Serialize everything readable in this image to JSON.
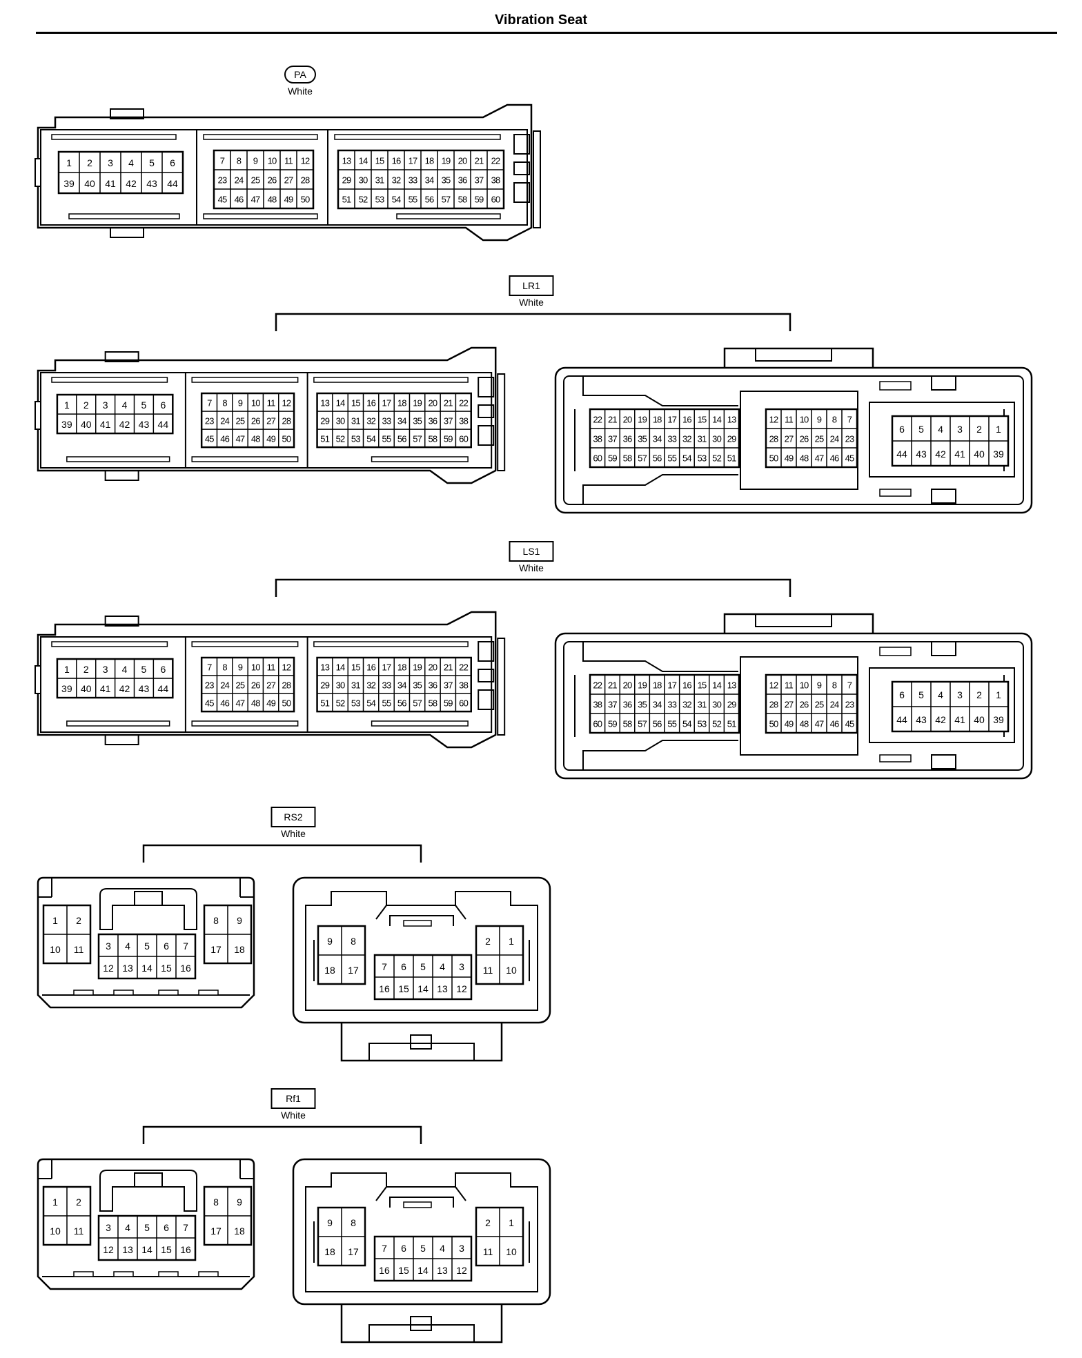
{
  "title": "Vibration Seat",
  "connectors": [
    {
      "code": "PA",
      "color": "White",
      "label_shape": "rounded",
      "views": [
        {
          "side": "left-variant",
          "blocks": [
            [
              [
                "1",
                "2",
                "3",
                "4",
                "5",
                "6"
              ],
              [
                "39",
                "40",
                "41",
                "42",
                "43",
                "44"
              ]
            ],
            [
              [
                "7",
                "8",
                "9",
                "10",
                "11",
                "12"
              ],
              [
                "23",
                "24",
                "25",
                "26",
                "27",
                "28"
              ],
              [
                "45",
                "46",
                "47",
                "48",
                "49",
                "50"
              ]
            ],
            [
              [
                "13",
                "14",
                "15",
                "16",
                "17",
                "18",
                "19",
                "20",
                "21",
                "22"
              ],
              [
                "29",
                "30",
                "31",
                "32",
                "33",
                "34",
                "35",
                "36",
                "37",
                "38"
              ],
              [
                "51",
                "52",
                "53",
                "54",
                "55",
                "56",
                "57",
                "58",
                "59",
                "60"
              ]
            ]
          ]
        }
      ]
    },
    {
      "code": "LR1",
      "color": "White",
      "label_shape": "box",
      "views": [
        {
          "side": "female",
          "blocks": [
            [
              [
                "1",
                "2",
                "3",
                "4",
                "5",
                "6"
              ],
              [
                "39",
                "40",
                "41",
                "42",
                "43",
                "44"
              ]
            ],
            [
              [
                "7",
                "8",
                "9",
                "10",
                "11",
                "12"
              ],
              [
                "23",
                "24",
                "25",
                "26",
                "27",
                "28"
              ],
              [
                "45",
                "46",
                "47",
                "48",
                "49",
                "50"
              ]
            ],
            [
              [
                "13",
                "14",
                "15",
                "16",
                "17",
                "18",
                "19",
                "20",
                "21",
                "22"
              ],
              [
                "29",
                "30",
                "31",
                "32",
                "33",
                "34",
                "35",
                "36",
                "37",
                "38"
              ],
              [
                "51",
                "52",
                "53",
                "54",
                "55",
                "56",
                "57",
                "58",
                "59",
                "60"
              ]
            ]
          ]
        },
        {
          "side": "male",
          "blocks": [
            [
              [
                "22",
                "21",
                "20",
                "19",
                "18",
                "17",
                "16",
                "15",
                "14",
                "13"
              ],
              [
                "38",
                "37",
                "36",
                "35",
                "34",
                "33",
                "32",
                "31",
                "30",
                "29"
              ],
              [
                "60",
                "59",
                "58",
                "57",
                "56",
                "55",
                "54",
                "53",
                "52",
                "51"
              ]
            ],
            [
              [
                "12",
                "11",
                "10",
                "9",
                "8",
                "7"
              ],
              [
                "28",
                "27",
                "26",
                "25",
                "24",
                "23"
              ],
              [
                "50",
                "49",
                "48",
                "47",
                "46",
                "45"
              ]
            ],
            [
              [
                "6",
                "5",
                "4",
                "3",
                "2",
                "1"
              ],
              [
                "44",
                "43",
                "42",
                "41",
                "40",
                "39"
              ]
            ]
          ]
        }
      ]
    },
    {
      "code": "LS1",
      "color": "White",
      "label_shape": "box",
      "views": [
        {
          "side": "female",
          "blocks": [
            [
              [
                "1",
                "2",
                "3",
                "4",
                "5",
                "6"
              ],
              [
                "39",
                "40",
                "41",
                "42",
                "43",
                "44"
              ]
            ],
            [
              [
                "7",
                "8",
                "9",
                "10",
                "11",
                "12"
              ],
              [
                "23",
                "24",
                "25",
                "26",
                "27",
                "28"
              ],
              [
                "45",
                "46",
                "47",
                "48",
                "49",
                "50"
              ]
            ],
            [
              [
                "13",
                "14",
                "15",
                "16",
                "17",
                "18",
                "19",
                "20",
                "21",
                "22"
              ],
              [
                "29",
                "30",
                "31",
                "32",
                "33",
                "34",
                "35",
                "36",
                "37",
                "38"
              ],
              [
                "51",
                "52",
                "53",
                "54",
                "55",
                "56",
                "57",
                "58",
                "59",
                "60"
              ]
            ]
          ]
        },
        {
          "side": "male",
          "blocks": [
            [
              [
                "22",
                "21",
                "20",
                "19",
                "18",
                "17",
                "16",
                "15",
                "14",
                "13"
              ],
              [
                "38",
                "37",
                "36",
                "35",
                "34",
                "33",
                "32",
                "31",
                "30",
                "29"
              ],
              [
                "60",
                "59",
                "58",
                "57",
                "56",
                "55",
                "54",
                "53",
                "52",
                "51"
              ]
            ],
            [
              [
                "12",
                "11",
                "10",
                "9",
                "8",
                "7"
              ],
              [
                "28",
                "27",
                "26",
                "25",
                "24",
                "23"
              ],
              [
                "50",
                "49",
                "48",
                "47",
                "46",
                "45"
              ]
            ],
            [
              [
                "6",
                "5",
                "4",
                "3",
                "2",
                "1"
              ],
              [
                "44",
                "43",
                "42",
                "41",
                "40",
                "39"
              ]
            ]
          ]
        }
      ]
    },
    {
      "code": "RS2",
      "color": "White",
      "label_shape": "box",
      "views": [
        {
          "side": "female",
          "blocks": [
            [
              [
                "1",
                "2"
              ],
              [
                "10",
                "11"
              ]
            ],
            [
              [
                "3",
                "4",
                "5",
                "6",
                "7"
              ],
              [
                "12",
                "13",
                "14",
                "15",
                "16"
              ]
            ],
            [
              [
                "8",
                "9"
              ],
              [
                "17",
                "18"
              ]
            ]
          ]
        },
        {
          "side": "male",
          "blocks": [
            [
              [
                "9",
                "8"
              ],
              [
                "18",
                "17"
              ]
            ],
            [
              [
                "7",
                "6",
                "5",
                "4",
                "3"
              ],
              [
                "16",
                "15",
                "14",
                "13",
                "12"
              ]
            ],
            [
              [
                "2",
                "1"
              ],
              [
                "11",
                "10"
              ]
            ]
          ]
        }
      ]
    },
    {
      "code": "Rf1",
      "color": "White",
      "label_shape": "box",
      "views": [
        {
          "side": "female",
          "blocks": [
            [
              [
                "1",
                "2"
              ],
              [
                "10",
                "11"
              ]
            ],
            [
              [
                "3",
                "4",
                "5",
                "6",
                "7"
              ],
              [
                "12",
                "13",
                "14",
                "15",
                "16"
              ]
            ],
            [
              [
                "8",
                "9"
              ],
              [
                "17",
                "18"
              ]
            ]
          ]
        },
        {
          "side": "male",
          "blocks": [
            [
              [
                "9",
                "8"
              ],
              [
                "18",
                "17"
              ]
            ],
            [
              [
                "7",
                "6",
                "5",
                "4",
                "3"
              ],
              [
                "16",
                "15",
                "14",
                "13",
                "12"
              ]
            ],
            [
              [
                "2",
                "1"
              ],
              [
                "11",
                "10"
              ]
            ]
          ]
        }
      ]
    }
  ]
}
